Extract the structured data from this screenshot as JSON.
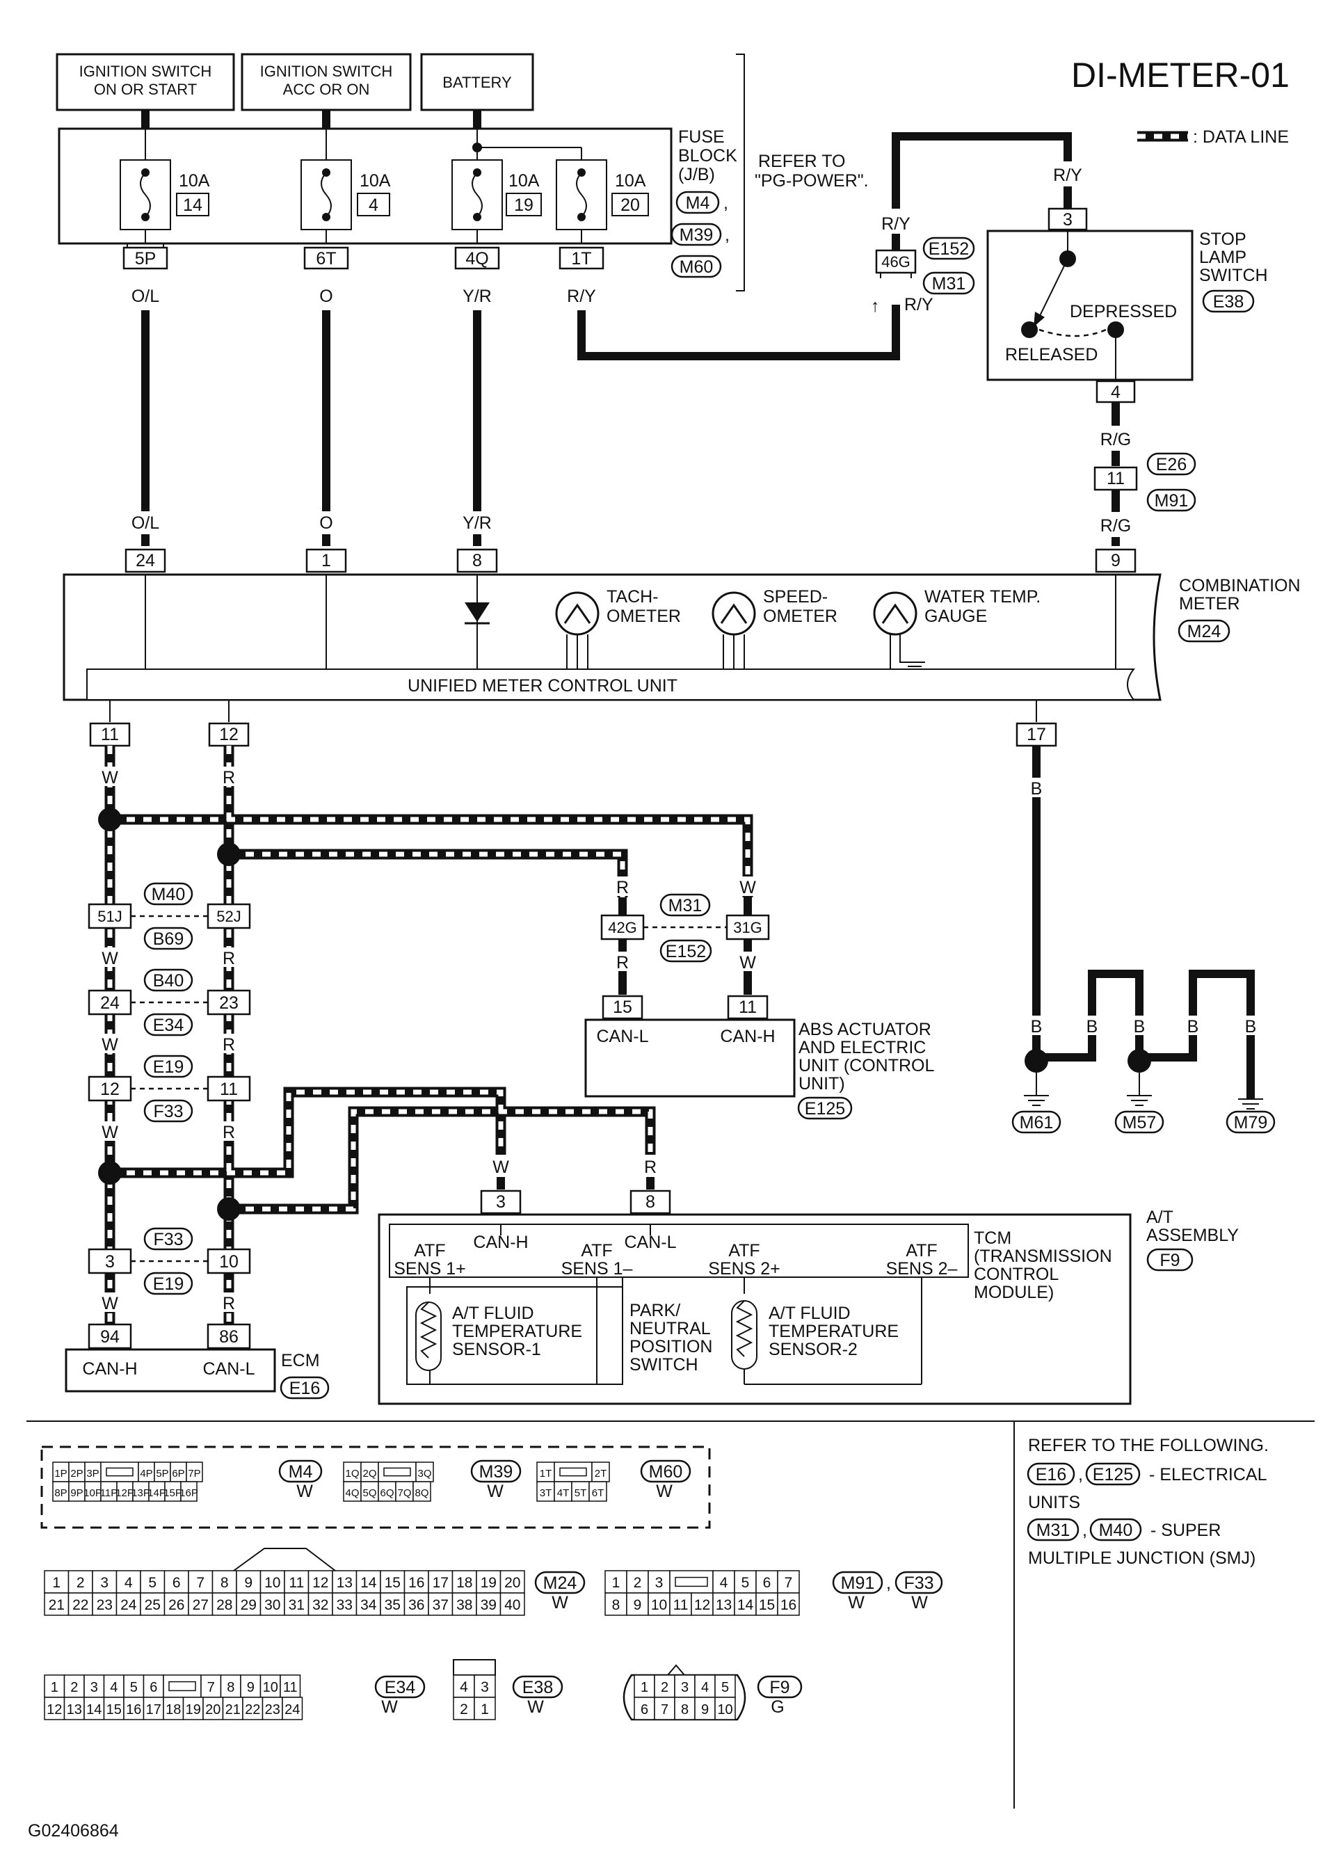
{
  "title": "DI-METER-01",
  "legend": {
    "data_line": ": DATA LINE"
  },
  "figure_id": "G02406864",
  "power": {
    "ign_on_1": "IGNITION SWITCH",
    "ign_on_2": "ON OR START",
    "ign_acc_1": "IGNITION SWITCH",
    "ign_acc_2": "ACC OR ON",
    "battery": "BATTERY"
  },
  "fuse_block": {
    "label_1": "FUSE",
    "label_2": "BLOCK",
    "label_3": "(J/B)",
    "codes": [
      "M4",
      "M39",
      "M60"
    ],
    "refer_1": "REFER TO",
    "refer_2": "\"PG-POWER\".",
    "fuses": [
      {
        "amp": "10A",
        "num": "14",
        "pin": "5P",
        "wire": "O/L"
      },
      {
        "amp": "10A",
        "num": "4",
        "pin": "6T",
        "wire": "O"
      },
      {
        "amp": "10A",
        "num": "19",
        "pin": "4Q",
        "wire": "Y/R"
      },
      {
        "amp": "10A",
        "num": "20",
        "pin": "1T",
        "wire": "R/Y"
      }
    ]
  },
  "joint_46g": {
    "pin": "46G",
    "codes": [
      "E152",
      "M31"
    ],
    "wire_top": "R/Y",
    "wire_bottom": "R/Y",
    "wire_right": "R/Y"
  },
  "stop_lamp": {
    "label_1": "STOP",
    "label_2": "LAMP",
    "label_3": "SWITCH",
    "code": "E38",
    "pin_top": "3",
    "pin_bottom": "4",
    "depressed": "DEPRESSED",
    "released": "RELEASED",
    "wire_bottom": "R/G"
  },
  "joint_11": {
    "pin": "11",
    "codes": [
      "E26",
      "M91"
    ],
    "wire_bottom": "R/G"
  },
  "combination_meter": {
    "label_1": "COMBINATION",
    "label_2": "METER",
    "code": "M24",
    "top_pins": [
      {
        "pin": "24",
        "wire": "O/L"
      },
      {
        "pin": "1",
        "wire": "O"
      },
      {
        "pin": "8",
        "wire": "Y/R"
      },
      {
        "pin": "9",
        "wire": ""
      }
    ],
    "tach_1": "TACH-",
    "tach_2": "OMETER",
    "speedo_1": "SPEED-",
    "speedo_2": "OMETER",
    "water_1": "WATER TEMP.",
    "water_2": "GAUGE",
    "control_unit": "UNIFIED METER CONTROL UNIT",
    "bottom_pins": [
      "11",
      "12",
      "17"
    ]
  },
  "wires": {
    "w": "W",
    "r": "R",
    "b": "B"
  },
  "joints_left": [
    {
      "left": "51J",
      "right": "52J",
      "codes": [
        "M40",
        "B69"
      ]
    },
    {
      "left": "24",
      "right": "23",
      "codes": [
        "B40",
        "E34"
      ]
    },
    {
      "left": "12",
      "right": "11",
      "codes": [
        "E19",
        "F33"
      ]
    },
    {
      "left": "3",
      "right": "10",
      "codes": [
        "F33",
        "E19"
      ]
    }
  ],
  "joint_42g": {
    "left": "42G",
    "right": "31G",
    "codes": [
      "M31",
      "E152"
    ]
  },
  "abs": {
    "pins": [
      "15",
      "11"
    ],
    "can_l": "CAN-L",
    "can_h": "CAN-H",
    "label_1": "ABS ACTUATOR",
    "label_2": "AND ELECTRIC",
    "label_3": "UNIT (CONTROL",
    "label_4": "UNIT)",
    "code": "E125"
  },
  "grounds": [
    "M61",
    "M57",
    "M79"
  ],
  "tcm": {
    "pins": [
      "3",
      "8"
    ],
    "can_h": "CAN-H",
    "can_l": "CAN-L",
    "label_1": "TCM",
    "label_2": "(TRANSMISSION",
    "label_3": "CONTROL",
    "label_4": "MODULE)",
    "at_1": "A/T",
    "at_2": "ASSEMBLY",
    "code": "F9",
    "atf": "ATF",
    "s1p": "SENS 1+",
    "s1m": "SENS 1–",
    "s2p": "SENS 2+",
    "s2m": "SENS 2–",
    "sensor1_1": "A/T FLUID",
    "sensor1_2": "TEMPERATURE",
    "sensor1_3": "SENSOR-1",
    "park_1": "PARK/",
    "park_2": "NEUTRAL",
    "park_3": "POSITION",
    "park_4": "SWITCH",
    "sensor2_1": "A/T FLUID",
    "sensor2_2": "TEMPERATURE",
    "sensor2_3": "SENSOR-2"
  },
  "ecm": {
    "pins": [
      "94",
      "86"
    ],
    "can_h": "CAN-H",
    "can_l": "CAN-L",
    "label": "ECM",
    "code": "E16"
  },
  "refer": {
    "line_1": "REFER TO THE FOLLOWING.",
    "codes_1": [
      "E16",
      "E125"
    ],
    "text_1a": "- ELECTRICAL",
    "text_1b": "UNITS",
    "codes_2": [
      "M31",
      "M40"
    ],
    "text_2a": "- SUPER",
    "text_2b": "MULTIPLE JUNCTION (SMJ)"
  },
  "connectors": {
    "m4": {
      "code": "M4",
      "color": "W",
      "top": [
        "1P",
        "2P",
        "3P",
        "",
        "4P",
        "5P",
        "6P",
        "7P"
      ],
      "bottom": [
        "8P",
        "9P",
        "10P",
        "11P",
        "12P",
        "13P",
        "14P",
        "15P",
        "16P"
      ]
    },
    "m39": {
      "code": "M39",
      "color": "W",
      "top": [
        "1Q",
        "2Q",
        "",
        "3Q"
      ],
      "bottom": [
        "4Q",
        "5Q",
        "6Q",
        "7Q",
        "8Q"
      ]
    },
    "m60": {
      "code": "M60",
      "color": "W",
      "top": [
        "1T",
        "",
        "2T"
      ],
      "bottom": [
        "3T",
        "4T",
        "5T",
        "6T"
      ]
    },
    "m24": {
      "code": "M24",
      "color": "W",
      "top": [
        "1",
        "2",
        "3",
        "4",
        "5",
        "6",
        "7",
        "8",
        "9",
        "10",
        "11",
        "12",
        "13",
        "14",
        "15",
        "16",
        "17",
        "18",
        "19",
        "20"
      ],
      "bottom": [
        "21",
        "22",
        "23",
        "24",
        "25",
        "26",
        "27",
        "28",
        "29",
        "30",
        "31",
        "32",
        "33",
        "34",
        "35",
        "36",
        "37",
        "38",
        "39",
        "40"
      ]
    },
    "m91": {
      "code": "M91",
      "code2": "F33",
      "color": "W",
      "color2": "W",
      "top": [
        "1",
        "2",
        "3",
        "",
        "4",
        "5",
        "6",
        "7"
      ],
      "bottom": [
        "8",
        "9",
        "10",
        "11",
        "12",
        "13",
        "14",
        "15",
        "16"
      ]
    },
    "e34": {
      "code": "E34",
      "color": "W",
      "top": [
        "1",
        "2",
        "3",
        "4",
        "5",
        "6",
        "",
        "7",
        "8",
        "9",
        "10",
        "11"
      ],
      "bottom": [
        "12",
        "13",
        "14",
        "15",
        "16",
        "17",
        "18",
        "19",
        "20",
        "21",
        "22",
        "23",
        "24"
      ]
    },
    "e38": {
      "code": "E38",
      "color": "W",
      "top": [
        "4",
        "3"
      ],
      "bottom": [
        "2",
        "1"
      ]
    },
    "f9": {
      "code": "F9",
      "color": "G",
      "top": [
        "1",
        "2",
        "3",
        "4",
        "5"
      ],
      "bottom": [
        "6",
        "7",
        "8",
        "9",
        "10"
      ]
    }
  }
}
